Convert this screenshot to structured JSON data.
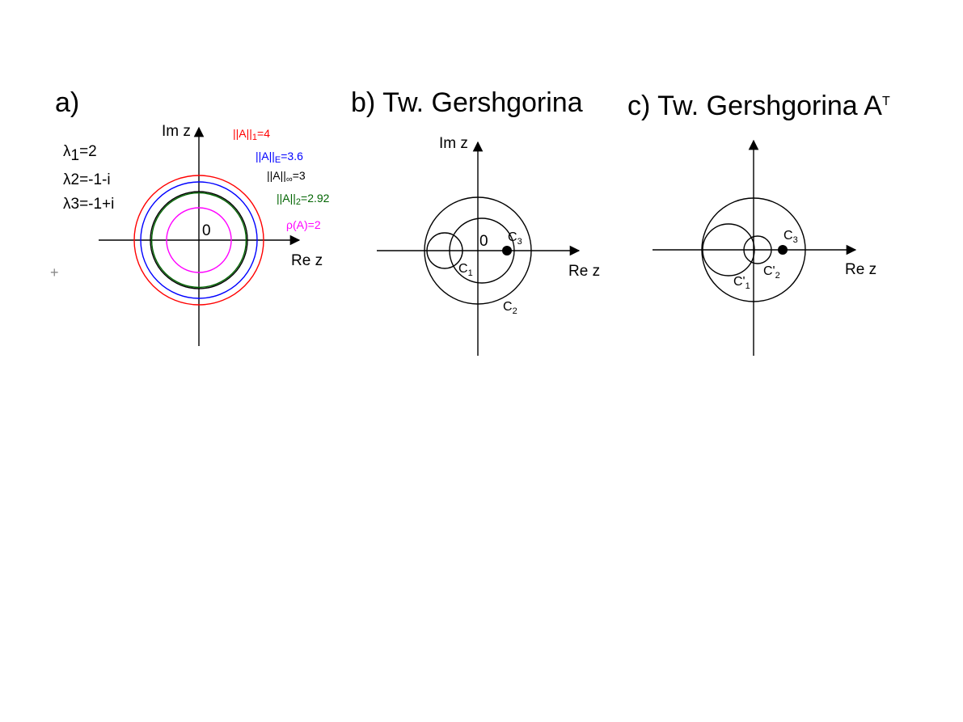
{
  "panels": {
    "a": {
      "title": "a)",
      "axis_im": "Im z",
      "axis_re": "Re z",
      "origin": "0",
      "eigenvalues": [
        {
          "sym": "λ",
          "sub": "1",
          "rest": "=2"
        },
        {
          "sym": "λ",
          "sub": "",
          "rest": "2=-1-i"
        },
        {
          "sym": "λ",
          "sub": "",
          "rest": "3=-1+i"
        }
      ],
      "norms": [
        {
          "pre": "||A||",
          "sub": "1",
          "post": "=4",
          "color": "#ff0000",
          "value": 4
        },
        {
          "pre": "||A||",
          "sub": "E",
          "post": "=3.6",
          "color": "#0000ff",
          "value": 3.6
        },
        {
          "pre": "||A||",
          "sub": "∞",
          "post": "=3",
          "color": "#000000",
          "value": 3
        },
        {
          "pre": "||A||",
          "sub": "2",
          "post": "=2.92",
          "color": "#006400",
          "value": 2.92
        },
        {
          "pre": "ρ(A)",
          "sub": "",
          "post": "=2",
          "color": "#ff00ff",
          "value": 2
        }
      ]
    },
    "b": {
      "title": "b) Tw. Gershgorina",
      "axis_im": "Im z",
      "axis_re": "Re z",
      "origin": "0",
      "labels": [
        {
          "main": "C",
          "sub": "1"
        },
        {
          "main": "C",
          "sub": "2"
        },
        {
          "main": "C",
          "sub": "3"
        }
      ]
    },
    "c": {
      "title": "c) Tw. Gershgorina A",
      "title_sup": "T",
      "axis_re": "Re z",
      "labels": [
        {
          "main": "C'",
          "sub": "1"
        },
        {
          "main": "C'",
          "sub": "2"
        },
        {
          "main": "C",
          "sub": "3"
        }
      ]
    }
  },
  "marker": "+"
}
